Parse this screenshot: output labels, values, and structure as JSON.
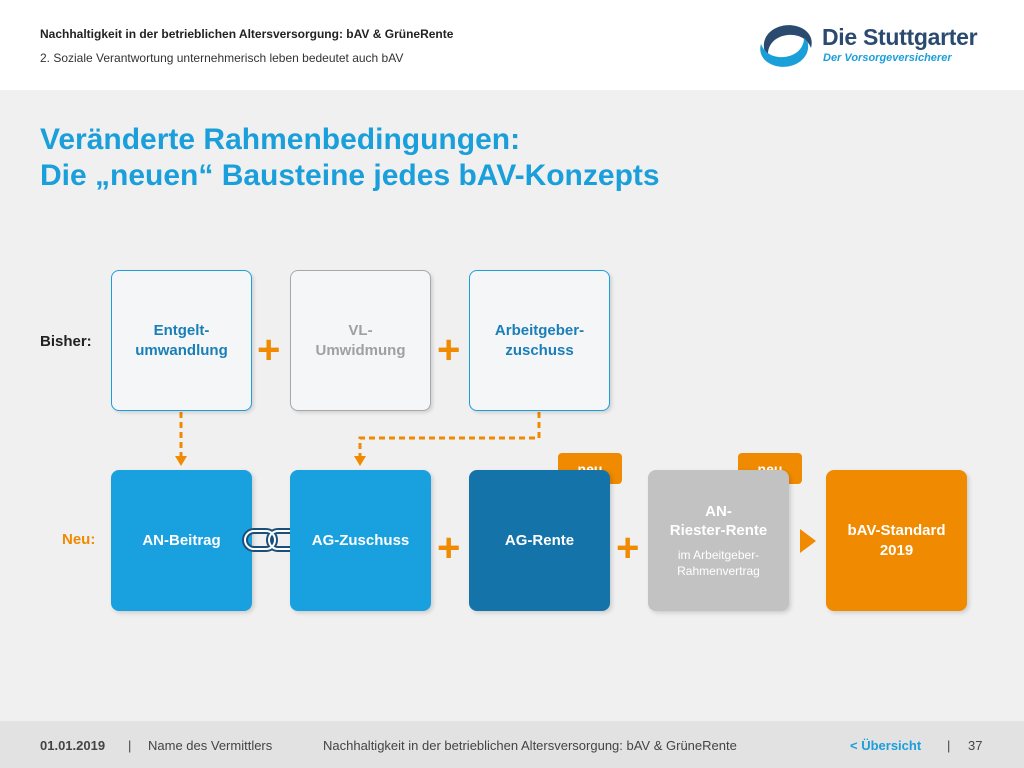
{
  "header": {
    "title": "Nachhaltigkeit in der betrieblichen Altersversorgung: bAV & GrüneRente",
    "subtitle": "2. Soziale Verantwortung unternehmerisch leben bedeutet auch bAV"
  },
  "logo": {
    "name": "Die Stuttgarter",
    "tagline": "Der Vorsorgeversicherer"
  },
  "slide": {
    "title_line1": "Veränderte Rahmenbedingungen:",
    "title_line2": "Die „neuen“ Bausteine jedes bAV-Konzepts"
  },
  "rows": {
    "bisher_label": "Bisher:",
    "neu_label": "Neu:"
  },
  "bisher_boxes": [
    {
      "line1": "Entgelt-",
      "line2": "umwandlung",
      "color": "#1a7fb8"
    },
    {
      "line1": "VL-",
      "line2": "Umwidmung",
      "color": "#a0a0a0"
    },
    {
      "line1": "Arbeitgeber-",
      "line2": "zuschuss",
      "color": "#1a7fb8"
    }
  ],
  "neu_boxes": [
    {
      "label": "AN-Beitrag",
      "color": "#19a0de"
    },
    {
      "label": "AG-Zuschuss",
      "color": "#19a0de"
    },
    {
      "label": "AG-Rente",
      "color": "#1474aa"
    },
    {
      "line1": "AN-",
      "line2": "Riester-Rente",
      "sub1": "im Arbeitgeber-",
      "sub2": "Rahmenvertrag",
      "color": "#c2c2c2"
    },
    {
      "line1": "bAV-Standard",
      "line2": "2019",
      "color": "#f08a00"
    }
  ],
  "tags": [
    "neu",
    "neu"
  ],
  "operators": {
    "plus": "+"
  },
  "footer": {
    "date": "01.01.2019",
    "separator": "|",
    "agent": "Name des Vermittlers",
    "topic": "Nachhaltigkeit in der betrieblichen Altersversorgung: bAV & GrüneRente",
    "nav": "< Übersicht",
    "page": "37"
  },
  "colors": {
    "accent_blue": "#1a9fdb",
    "accent_orange": "#f08a00",
    "dark_blue": "#1474aa",
    "gray": "#c2c2c2"
  },
  "icons": [
    "logo-swirl-icon",
    "chain-link-icon",
    "plus-icon",
    "arrow-right-icon"
  ]
}
